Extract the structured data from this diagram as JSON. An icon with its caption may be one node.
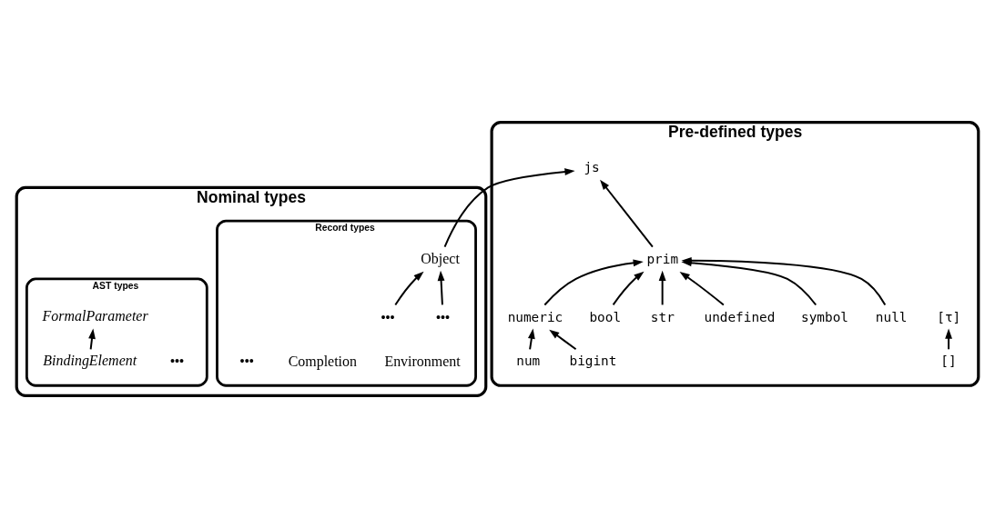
{
  "diagram": {
    "nodes": [
      {
        "text": [
          "Nominal types"
        ]
      },
      {
        "text": [
          "Record types"
        ],
        "in": 0
      },
      {
        "text": [
          "Environment"
        ],
        "in": 1
      },
      {
        "text": [
          "Completion"
        ],
        "in": 1
      },
      {
        "text": [
          "Object"
        ],
        "in": 1
      },
      {
        "text": [
          "•••"
        ],
        "in": 1
      },
      {
        "text": [
          "•••"
        ],
        "in": 1
      },
      {
        "text": [
          "•••"
        ],
        "in": 1
      },
      {
        "text": [
          "AST types"
        ],
        "in": 0
      },
      {
        "text": [
          "•••"
        ],
        "in": 8
      },
      {
        "text": [
          "FormalParameter"
        ],
        "in": 8
      },
      {
        "text": [
          "BindingElement"
        ],
        "in": 8
      },
      {
        "text": [
          "Pre-defined types"
        ]
      },
      {
        "text": [
          "js"
        ],
        "in": 12
      },
      {
        "text": [
          "[τ]"
        ],
        "in": 12
      },
      {
        "text": [
          "[]"
        ],
        "in": 12
      },
      {
        "text": [
          "prim"
        ],
        "in": 12
      },
      {
        "text": [
          "null"
        ],
        "in": 12
      },
      {
        "text": [
          "symbol"
        ],
        "in": 12
      },
      {
        "text": [
          "undefined"
        ],
        "in": 12
      },
      {
        "text": [
          "str"
        ],
        "in": 12
      },
      {
        "text": [
          "numeric"
        ],
        "in": 12
      },
      {
        "text": [
          "bool"
        ],
        "in": 12
      },
      {
        "text": [
          "bigint"
        ],
        "in": 12
      },
      {
        "text": [
          "num"
        ],
        "in": 12
      }
    ],
    "edges": [
      {
        "from": 6,
        "to": 4,
        "arrow": "to"
      },
      {
        "from": 7,
        "to": 4,
        "arrow": "to"
      },
      {
        "from": 11,
        "to": 10,
        "arrow": "to"
      },
      {
        "from": 4,
        "to": 13,
        "arrow": "to"
      },
      {
        "from": 16,
        "to": 13,
        "arrow": "to"
      },
      {
        "from": 15,
        "to": 14,
        "arrow": "to"
      },
      {
        "from": 17,
        "to": 16,
        "arrow": "to"
      },
      {
        "from": 19,
        "to": 16,
        "arrow": "to"
      },
      {
        "from": 22,
        "to": 16,
        "arrow": "to"
      },
      {
        "from": 21,
        "to": 16,
        "arrow": "to"
      },
      {
        "from": 20,
        "to": 16,
        "arrow": "to"
      },
      {
        "from": 18,
        "to": 16,
        "arrow": "to"
      },
      {
        "from": 23,
        "to": 21,
        "arrow": "to"
      },
      {
        "from": 24,
        "to": 21,
        "arrow": "to"
      }
    ]
  }
}
